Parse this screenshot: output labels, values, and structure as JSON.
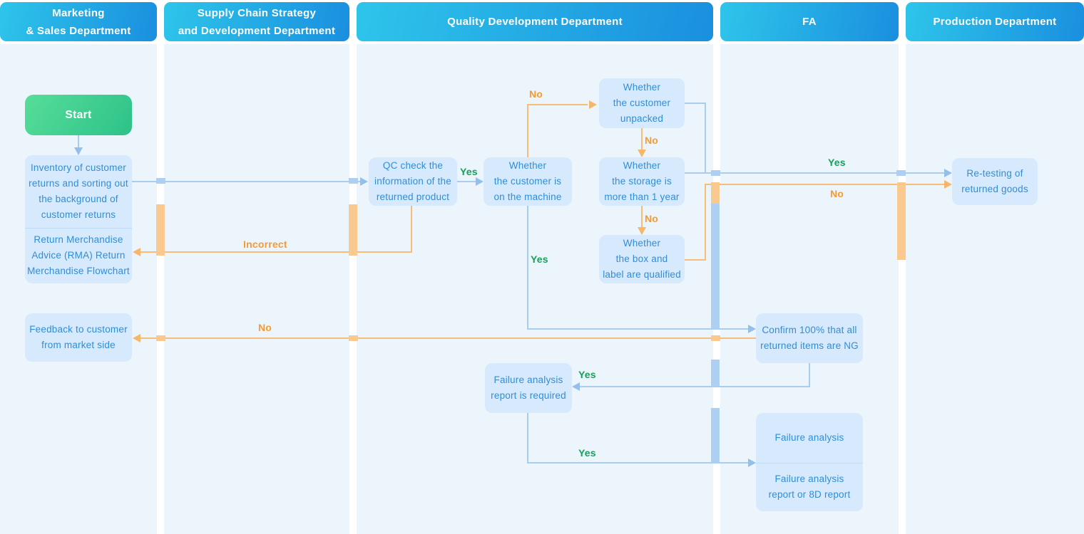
{
  "lanes": [
    {
      "label": "Marketing\n& Sales Department"
    },
    {
      "label": "Supply Chain Strategy\nand Development Department"
    },
    {
      "label": "Quality Development Department"
    },
    {
      "label": "FA"
    },
    {
      "label": "Production Department"
    }
  ],
  "nodes": {
    "start": {
      "label": "Start"
    },
    "inventory": {
      "label": "Inventory of customer\nreturns and sorting out\nthe background of\ncustomer returns"
    },
    "rma": {
      "label": "Return Merchandise\nAdvice (RMA) Return\nMerchandise Flowchart"
    },
    "feedback": {
      "label": "Feedback to customer\nfrom market side"
    },
    "qc_check": {
      "label": "QC check the\ninformation of the\nreturned product"
    },
    "on_machine": {
      "label": "Whether\nthe customer is\non the machine"
    },
    "unpacked": {
      "label": "Whether\nthe customer\nunpacked"
    },
    "storage": {
      "label": "Whether\nthe storage is\nmore than 1 year"
    },
    "box_label": {
      "label": "Whether\nthe box and\nlabel are qualified"
    },
    "fail_required": {
      "label": "Failure analysis\nreport is required"
    },
    "confirm_ng": {
      "label": "Confirm 100% that all\nreturned items are NG"
    },
    "failure_analysis": {
      "label": "Failure analysis"
    },
    "failure_report": {
      "label": "Failure analysis\nreport or 8D report"
    },
    "retest": {
      "label": "Re-testing of\nreturned goods"
    }
  },
  "edge_labels": {
    "yes_qc_machine": "Yes",
    "no_machine_unpacked": "No",
    "no_unpacked_storage": "No",
    "no_storage_boxlabel": "No",
    "yes_storage_retest": "Yes",
    "no_boxlabel_retest": "No",
    "yes_machine_confirm": "Yes",
    "incorrect_qc_rma": "Incorrect",
    "no_confirm_feedback": "No",
    "yes_confirm_failreq": "Yes",
    "yes_failreq_fa": "Yes"
  },
  "colors": {
    "header_gradient_start": "#2ec5ea",
    "header_gradient_end": "#1a8fdf",
    "lane_background": "#edf5fc",
    "node_background": "#d7e9fc",
    "node_text": "#2f8ed8",
    "start_gradient_start": "#57dd99",
    "start_gradient_end": "#2dc289",
    "blue_connector": "#a9cdec",
    "orange_connector": "#f6bd79",
    "yes_label_green": "#16a05a",
    "no_label_orange": "#f39b36"
  }
}
